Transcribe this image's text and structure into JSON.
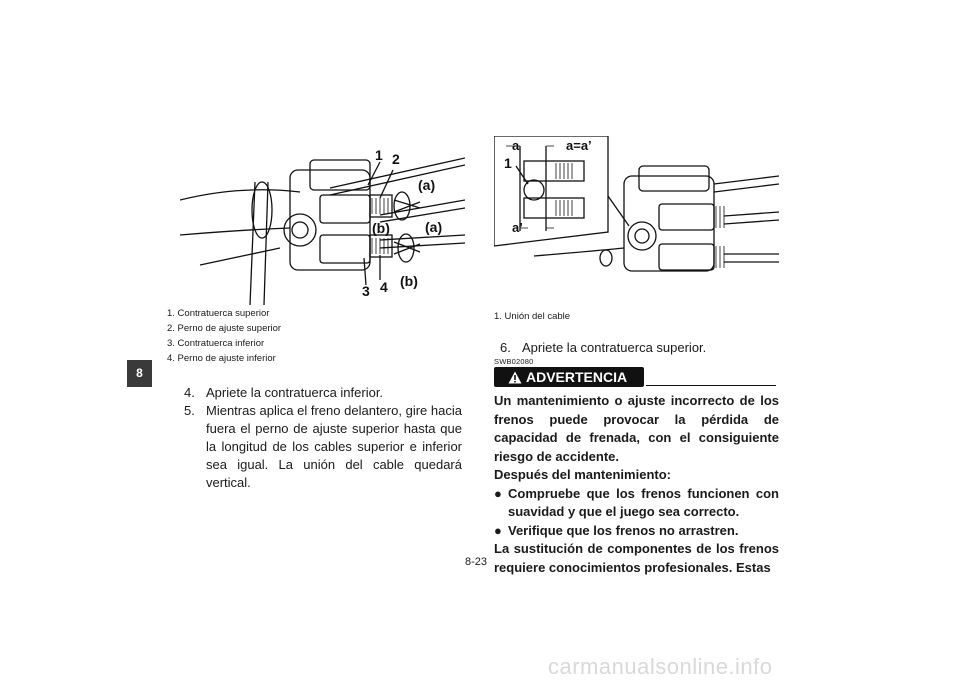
{
  "section_tab": "8",
  "figure_left": {
    "labels": [
      "1",
      "2",
      "3",
      "4",
      "(a)",
      "(a)",
      "(b)",
      "(b)"
    ],
    "captions": [
      "1. Contratuerca superior",
      "2. Perno de ajuste superior",
      "3. Contratuerca inferior",
      "4. Perno de ajuste inferior"
    ]
  },
  "figure_right": {
    "labels": [
      "a",
      "a=a’",
      "1",
      "a’"
    ],
    "captions": [
      "1. Unión del cable"
    ]
  },
  "steps_left": [
    {
      "num": "4.",
      "text": "Apriete la contratuerca inferior."
    },
    {
      "num": "5.",
      "text": "Mientras aplica el freno delantero, gire hacia fuera el perno de ajuste superior hasta que la longitud de los cables superior e inferior sea igual. La unión del cable quedará vertical."
    }
  ],
  "step_right": {
    "num": "6.",
    "text": "Apriete la contratuerca superior."
  },
  "warning": {
    "code": "SWB02080",
    "label": "ADVERTENCIA",
    "intro": "Un mantenimiento o ajuste incorrecto de los frenos puede provocar la pérdida de capacidad de frenada, con el consiguiente riesgo de accidente.",
    "after": "Después del mantenimiento:",
    "bullets": [
      "Compruebe que los frenos funcionen con suavidad y que el juego sea correcto.",
      "Verifique que los frenos no arrastren."
    ],
    "closing": "La sustitución de componentes de los frenos requiere conocimientos profesionales. Estas"
  },
  "page_number": "8-23",
  "watermark": "carmanualsonline.info"
}
